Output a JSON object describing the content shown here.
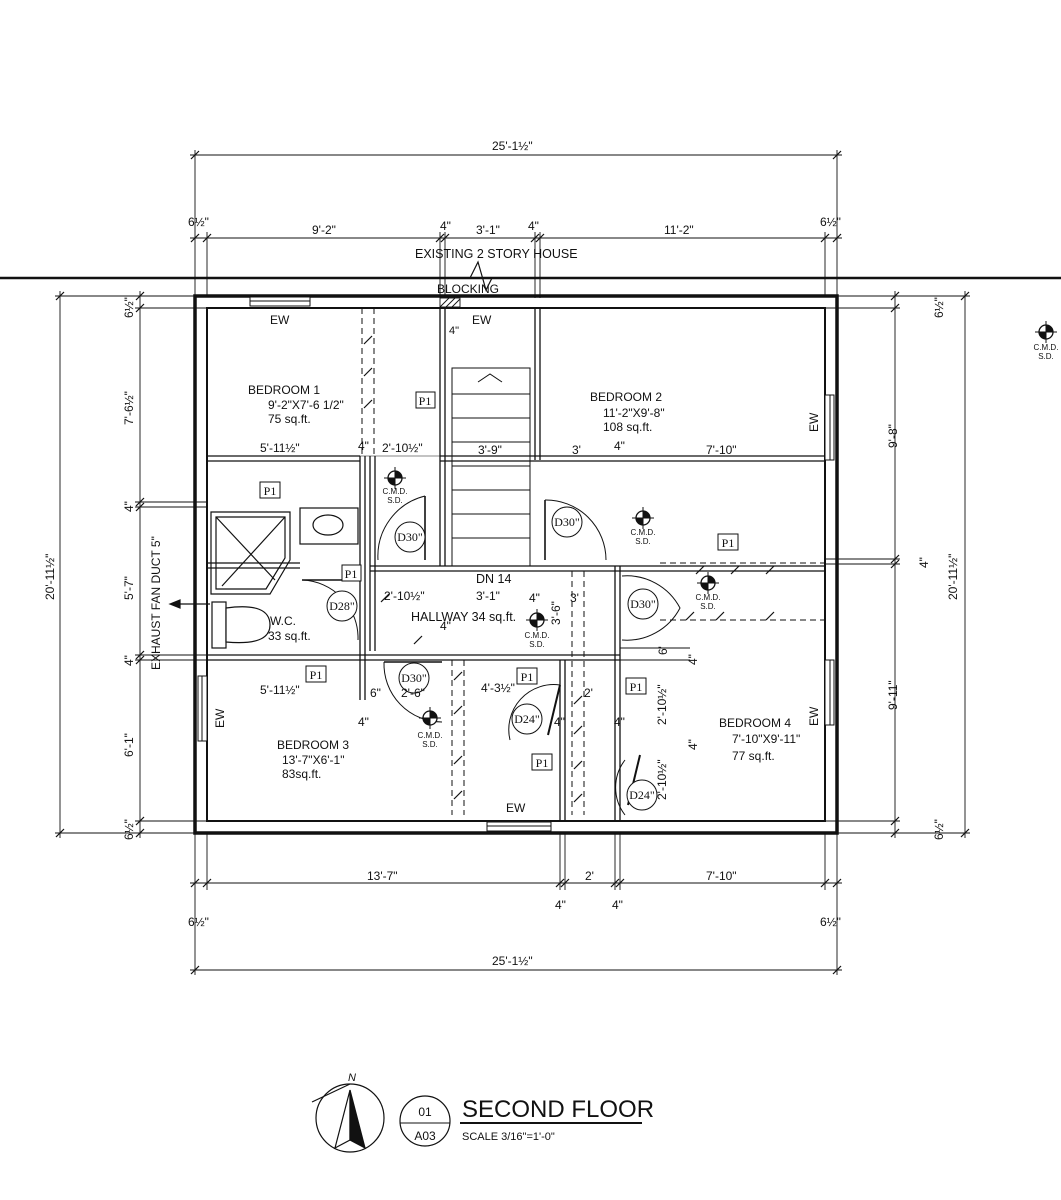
{
  "context": {
    "existing_house": "EXISTING 2 STORY HOUSE",
    "blocking": "BLOCKING",
    "blocking_dim": "4\"",
    "exhaust": "EXHAUST FAN DUCT 5\""
  },
  "dimensions": {
    "overall_width": "25'-1½\"",
    "overall_depth": "20'-11½\"",
    "edge": "6½\"",
    "four": "4\"",
    "top_segments": [
      "9'-2\"",
      "3'-1\"",
      "11'-2\""
    ],
    "bottom_segments": [
      "13'-7\"",
      "2'",
      "7'-10\""
    ],
    "left_segments": [
      "7'-6½\"",
      "5'-7\"",
      "6'-1\""
    ],
    "right_segments": [
      "9'-8\"",
      "9'-11\""
    ],
    "row_upper": [
      "5'-11½\"",
      "2'-10½\"",
      "3'-9\"",
      "3'",
      "7'-10\""
    ],
    "row_mid": [
      "2'-10½\"",
      "3'-1\"",
      "3'",
      "3'-6\"",
      "6'",
      "4'-3½\"",
      "2'-6\"",
      "5'-11½\"",
      "2'",
      "6\""
    ],
    "row_right": [
      "2'-10½\"",
      "2'-10½\""
    ]
  },
  "rooms": {
    "bedroom1": {
      "name": "BEDROOM 1",
      "size": "9'-2\"X7'-6 1/2\"",
      "area": "75 sq.ft."
    },
    "bedroom2": {
      "name": "BEDROOM 2",
      "size": "11'-2\"X9'-8\"",
      "area": "108 sq.ft."
    },
    "bedroom3": {
      "name": "BEDROOM 3",
      "size": "13'-7\"X6'-1\"",
      "area": "83sq.ft."
    },
    "bedroom4": {
      "name": "BEDROOM 4",
      "size": "7'-10\"X9'-11\"",
      "area": "77 sq.ft."
    },
    "wc": {
      "name": "W.C.",
      "area": "33 sq.ft."
    },
    "hallway": {
      "name": "HALLWAY 34 sq.ft."
    },
    "stair": {
      "label": "DN 14"
    }
  },
  "windows": {
    "label": "EW"
  },
  "tags": {
    "partition": "P1"
  },
  "doors": {
    "d30": "D30\"",
    "d28": "D28\"",
    "d24": "D24\""
  },
  "detectors": {
    "line1": "C.M.D.",
    "line2": "S.D."
  },
  "title_block": {
    "north": "N",
    "detail_no": "01",
    "sheet_no": "A03",
    "title": "SECOND FLOOR",
    "scale": "SCALE 3/16\"=1'-0\""
  }
}
